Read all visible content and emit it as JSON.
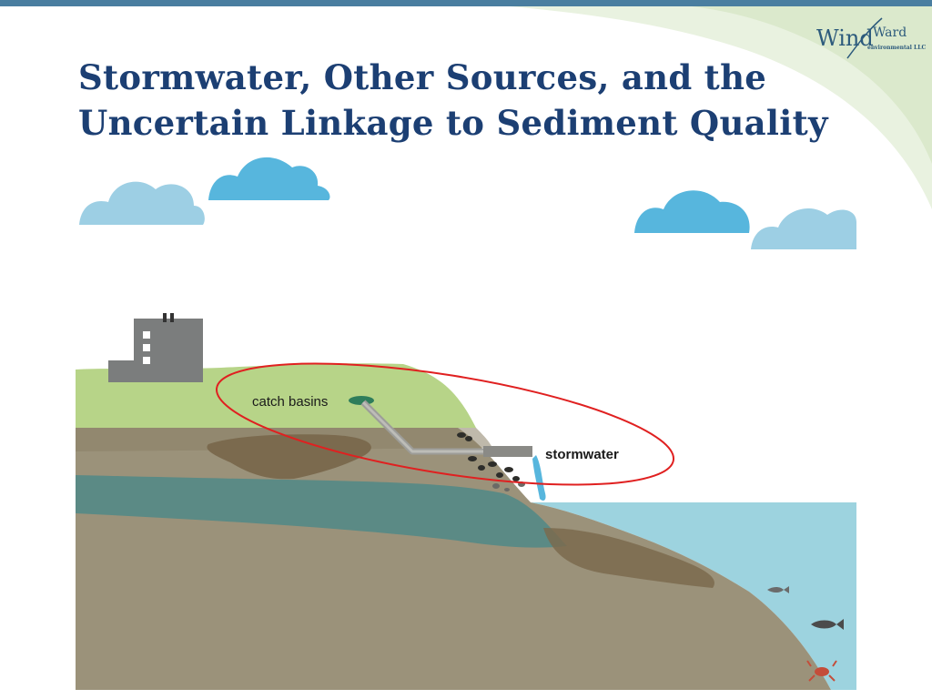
{
  "slide": {
    "title_line1": "Stormwater, Other Sources, and the",
    "title_line2": "Uncertain Linkage to Sediment Quality"
  },
  "logo": {
    "wind": "Wind",
    "ward": "Ward",
    "environmental": "environmental",
    "llc": "LLC",
    "brand_color": "#2c5a7c"
  },
  "diagram": {
    "labels": {
      "catch_basins": "catch basins",
      "stormwater": "stormwater"
    },
    "colors": {
      "sky_cloud_light": "#9dcfe4",
      "sky_cloud_dark": "#57b6dd",
      "grass": "#b7d488",
      "soil": "#9b927a",
      "aquifer": "#5b8a85",
      "water": "#9dd3df",
      "highlight_ellipse": "#e02020"
    }
  },
  "theme": {
    "title_color": "#1c3f73",
    "top_bar_color": "#4a7ea0"
  }
}
